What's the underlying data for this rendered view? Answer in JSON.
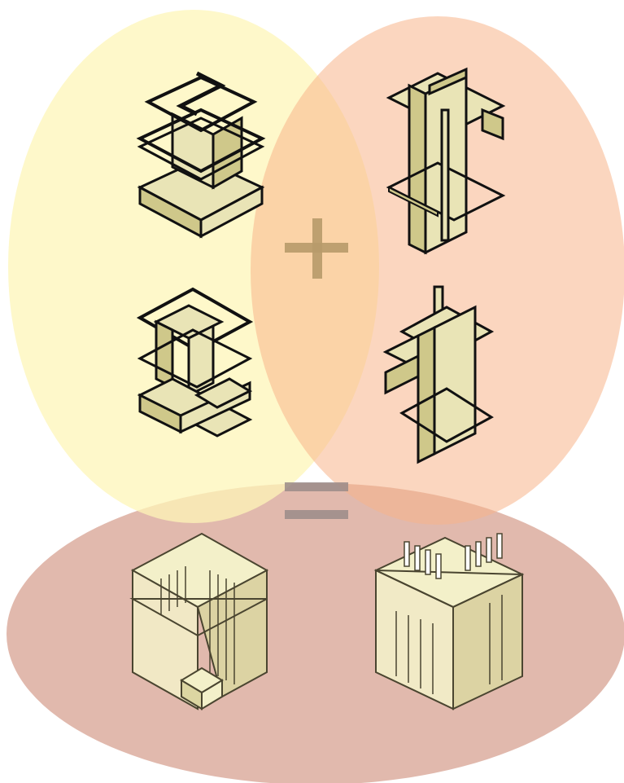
{
  "diagram": {
    "kind": "set-combination",
    "sets": [
      {
        "key": "left-set",
        "color": "#fdf6b8"
      },
      {
        "key": "right-set",
        "color": "#f8b48a"
      },
      {
        "key": "result-set",
        "color": "#c97f69"
      }
    ],
    "operators": [
      {
        "key": "plus-sign",
        "symbol": "+",
        "color": "#b79a6a"
      },
      {
        "key": "equals-sign",
        "symbol": "=",
        "color": "#9a8b88"
      }
    ],
    "models": [
      {
        "key": "left-top-model",
        "set": "left-set",
        "style": "frame"
      },
      {
        "key": "left-bottom-model",
        "set": "left-set",
        "style": "frame"
      },
      {
        "key": "right-top-model",
        "set": "right-set",
        "style": "frame"
      },
      {
        "key": "right-bottom-model",
        "set": "right-set",
        "style": "frame"
      },
      {
        "key": "result-left-model",
        "set": "result-set",
        "style": "solid"
      },
      {
        "key": "result-right-model",
        "set": "result-set",
        "style": "solid"
      }
    ],
    "colors": {
      "frame_fill": "#e9e4b6",
      "frame_shade": "#cfc88a",
      "frame_stroke": "#111111",
      "solid_fill": "#f3f0c9",
      "solid_shade": "#dcd6a2",
      "solid_stroke": "#4a4530"
    }
  }
}
